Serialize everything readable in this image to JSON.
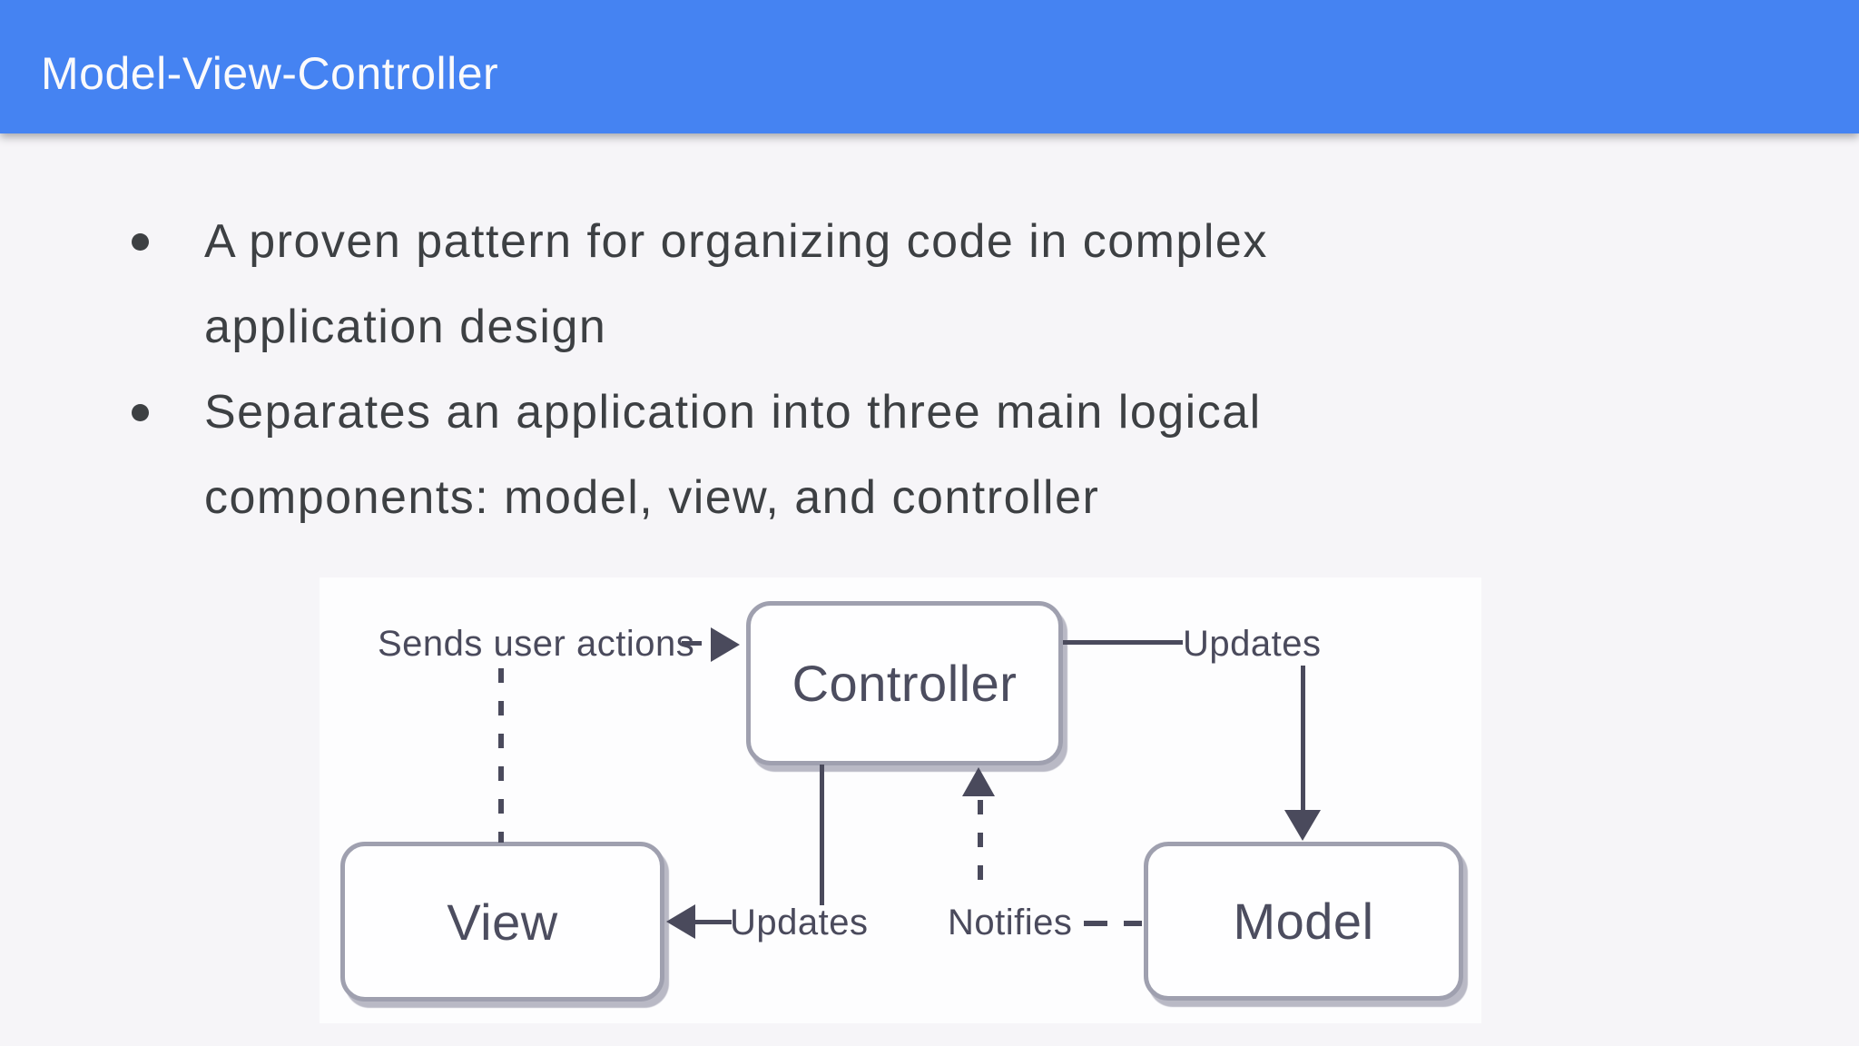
{
  "header": {
    "title": "Model-View-Controller"
  },
  "bullets": [
    {
      "text": "A proven pattern for organizing code in complex\napplication design"
    },
    {
      "text": "Separates an application into three main logical\ncomponents: model, view, and controller"
    }
  ],
  "diagram": {
    "nodes": {
      "controller": "Controller",
      "view": "View",
      "model": "Model"
    },
    "edges": [
      {
        "label": "Sends user actions",
        "from": "View",
        "to": "Controller",
        "style": "dashed"
      },
      {
        "label": "Updates",
        "from": "Controller",
        "to": "Model",
        "style": "solid"
      },
      {
        "label": "Updates",
        "from": "Controller",
        "to": "View",
        "style": "solid"
      },
      {
        "label": "Notifies",
        "from": "Model",
        "to": "Controller",
        "style": "dashed"
      }
    ]
  },
  "colors": {
    "header_bg": "#4583f2",
    "header_text": "#fafafc",
    "slide_bg": "#f6f5f8",
    "canvas_bg": "#fdfdfe",
    "body_text": "#3d4043",
    "diagram_line": "#4a4a5c",
    "node_border": "#9fa0af",
    "node_fill": "#fefeff"
  }
}
